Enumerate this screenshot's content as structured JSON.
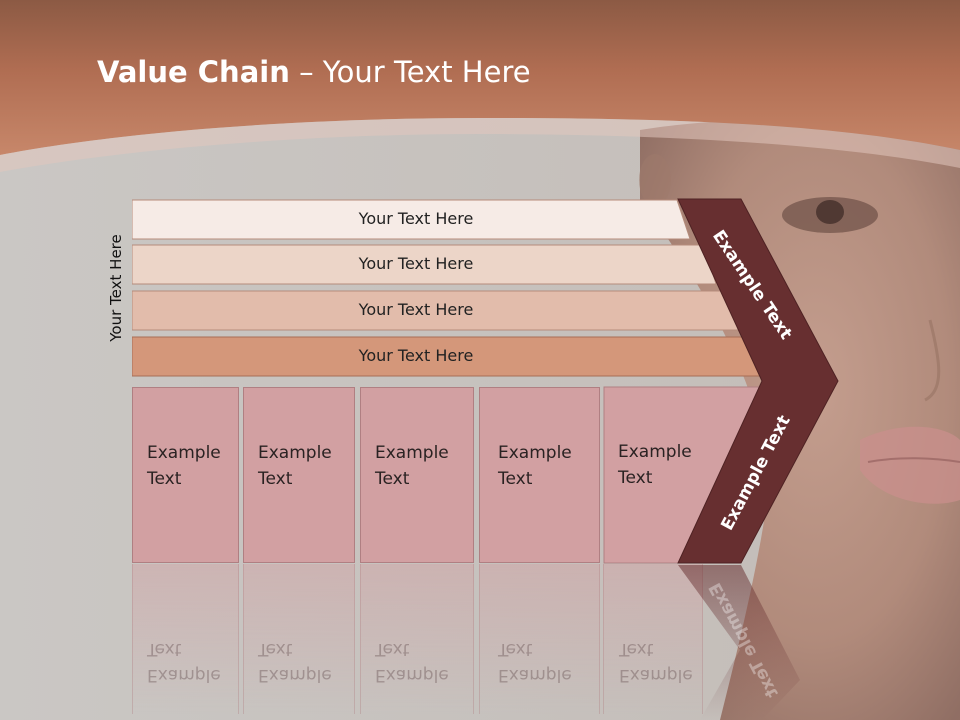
{
  "title": {
    "bold": "Value Chain",
    "rest": " – Your Text Here"
  },
  "vertical_label": "Your Text Here",
  "bands": [
    {
      "label": "Your Text Here",
      "color": "#f6ebe6"
    },
    {
      "label": "Your Text Here",
      "color": "#ecd5c8"
    },
    {
      "label": "Your Text Here",
      "color": "#e2bcab"
    },
    {
      "label": "Your Text Here",
      "color": "#d4977a"
    }
  ],
  "boxes": [
    {
      "line1": "Example",
      "line2": "Text"
    },
    {
      "line1": "Example",
      "line2": "Text"
    },
    {
      "line1": "Example",
      "line2": "Text"
    },
    {
      "line1": "Example",
      "line2": "Text"
    },
    {
      "line1": "Example",
      "line2": "Text"
    }
  ],
  "chevron": {
    "upper": "Example Text",
    "lower": "Example Text",
    "color": "#672f30"
  },
  "colors": {
    "header": "#b66f52",
    "background": "#cac7c4",
    "box_fill": "#d2a0a2"
  }
}
